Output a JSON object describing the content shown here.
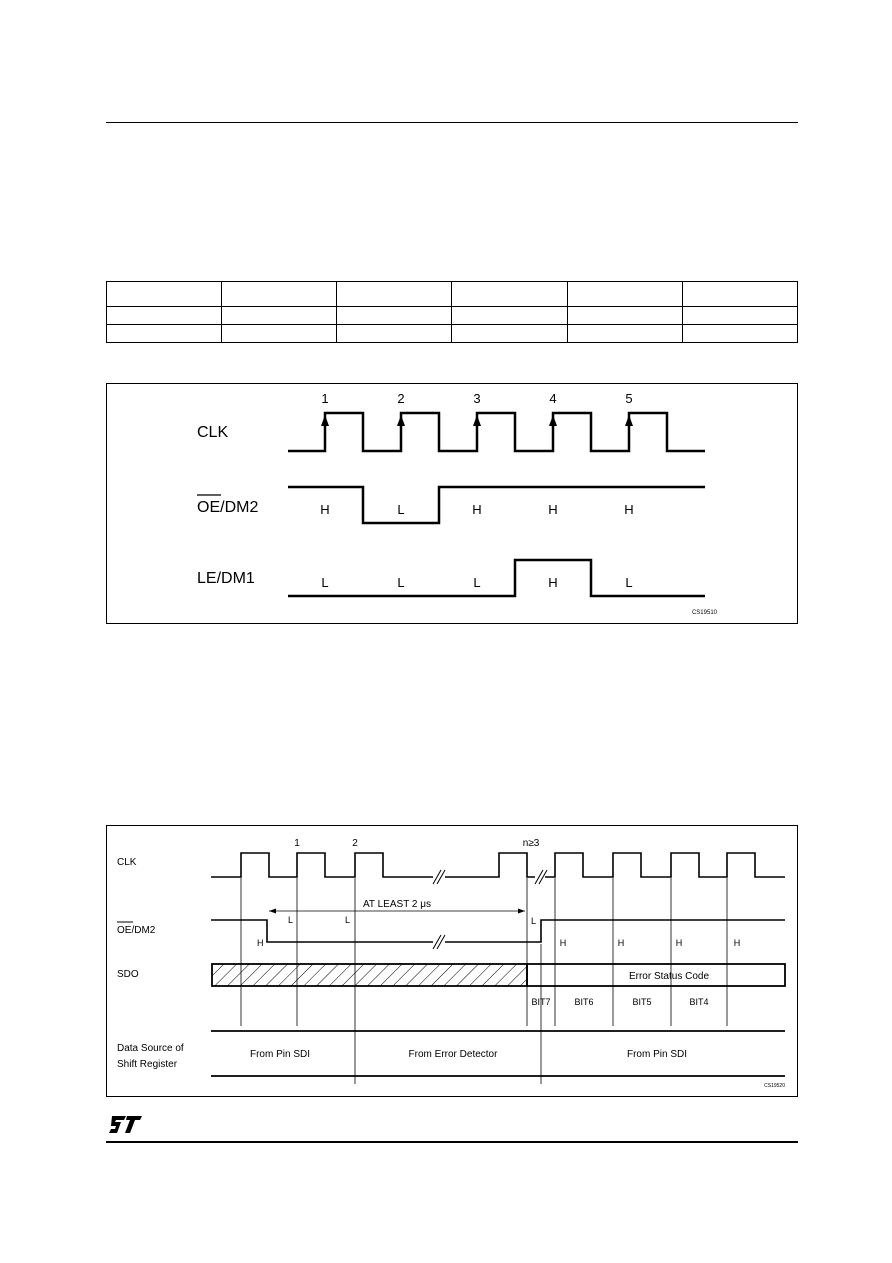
{
  "table": {
    "rows": 3,
    "cols": 6
  },
  "figure1": {
    "signals": {
      "clk": "CLK",
      "oe_bar": "OE",
      "oe_rest": "/DM2",
      "le": "LE/DM1"
    },
    "pulse_numbers": [
      "1",
      "2",
      "3",
      "4",
      "5"
    ],
    "oe_levels": [
      "H",
      "L",
      "H",
      "H",
      "H"
    ],
    "le_levels": [
      "L",
      "L",
      "L",
      "H",
      "L"
    ],
    "code": "CS19510"
  },
  "figure2": {
    "signals": {
      "clk": "CLK",
      "oe_bar": "OE",
      "oe_rest": "/DM2",
      "sdo": "SDO",
      "data_source_line1": "Data Source of",
      "data_source_line2": "Shift Register"
    },
    "clock_labels": {
      "one": "1",
      "two": "2",
      "n": "n≥3"
    },
    "oe_levels": {
      "h_start": "H",
      "l_first": "L",
      "l_second": "L",
      "l_end": "L"
    },
    "at_least": "AT LEAST 2 μs",
    "h_labels": [
      "H",
      "H",
      "H",
      "H"
    ],
    "error_status": "Error Status Code",
    "bits": [
      "BIT7",
      "BIT6",
      "BIT5",
      "BIT4"
    ],
    "sources": [
      "From Pin SDI",
      "From Error Detector",
      "From Pin SDI"
    ],
    "code": "CS19520"
  }
}
